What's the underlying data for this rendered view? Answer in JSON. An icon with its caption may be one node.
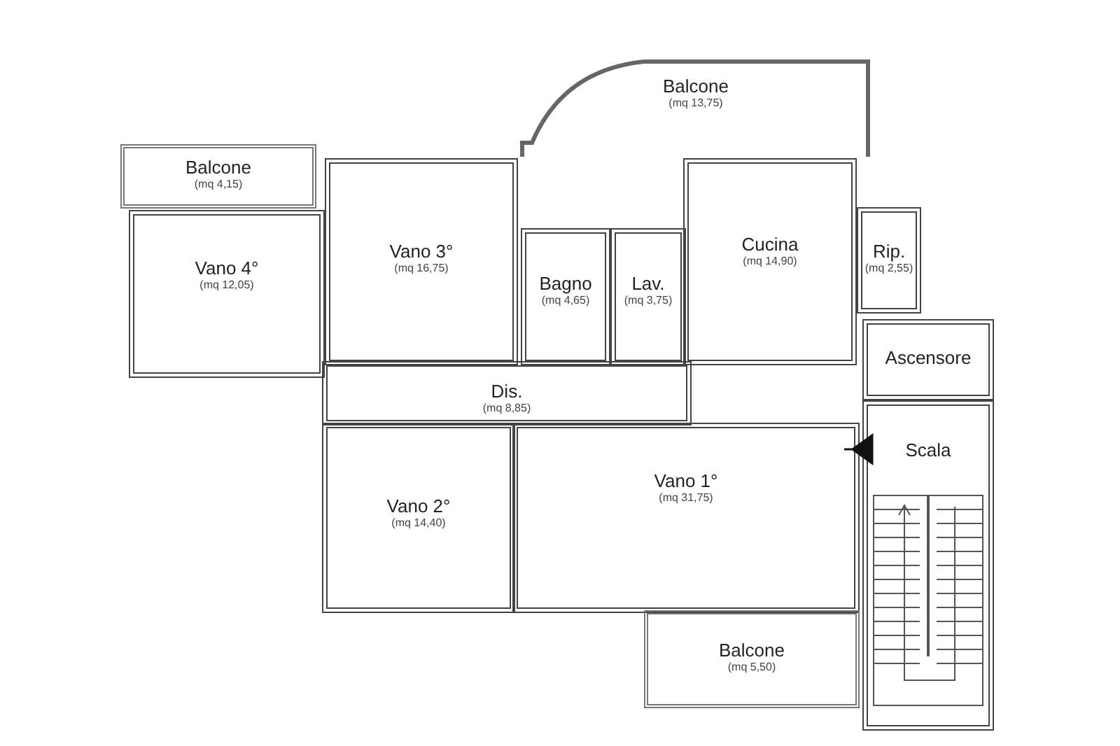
{
  "diagram": {
    "nodes": [
      {
        "text": [
          "Balcone",
          "(mq 13,75)"
        ]
      },
      {
        "text": [
          "Balcone",
          "(mq 4,15)"
        ]
      },
      {
        "text": [
          "Vano 3°",
          "(mq 16,75)"
        ]
      },
      {
        "text": [
          "Vano 4°",
          "(mq 12,05)"
        ]
      },
      {
        "text": [
          "Bagno",
          "(mq 4,65)"
        ]
      },
      {
        "text": [
          "Lav.",
          "(mq 3,75)"
        ]
      },
      {
        "text": [
          "Cucina",
          "(mq 14,90)"
        ]
      },
      {
        "text": [
          "Rip.",
          "(mq 2,55)"
        ]
      },
      {
        "text": [
          "Ascensore"
        ]
      },
      {
        "text": [
          "Dis.",
          "(mq 8,85)"
        ]
      },
      {
        "text": [
          "Scala"
        ]
      },
      {
        "text": [
          "Vano 2°",
          "(mq 14,40)"
        ]
      },
      {
        "text": [
          "Vano 1°",
          "(mq 31,75)"
        ]
      },
      {
        "text": [
          "Balcone",
          "(mq 5,50)"
        ]
      }
    ]
  }
}
